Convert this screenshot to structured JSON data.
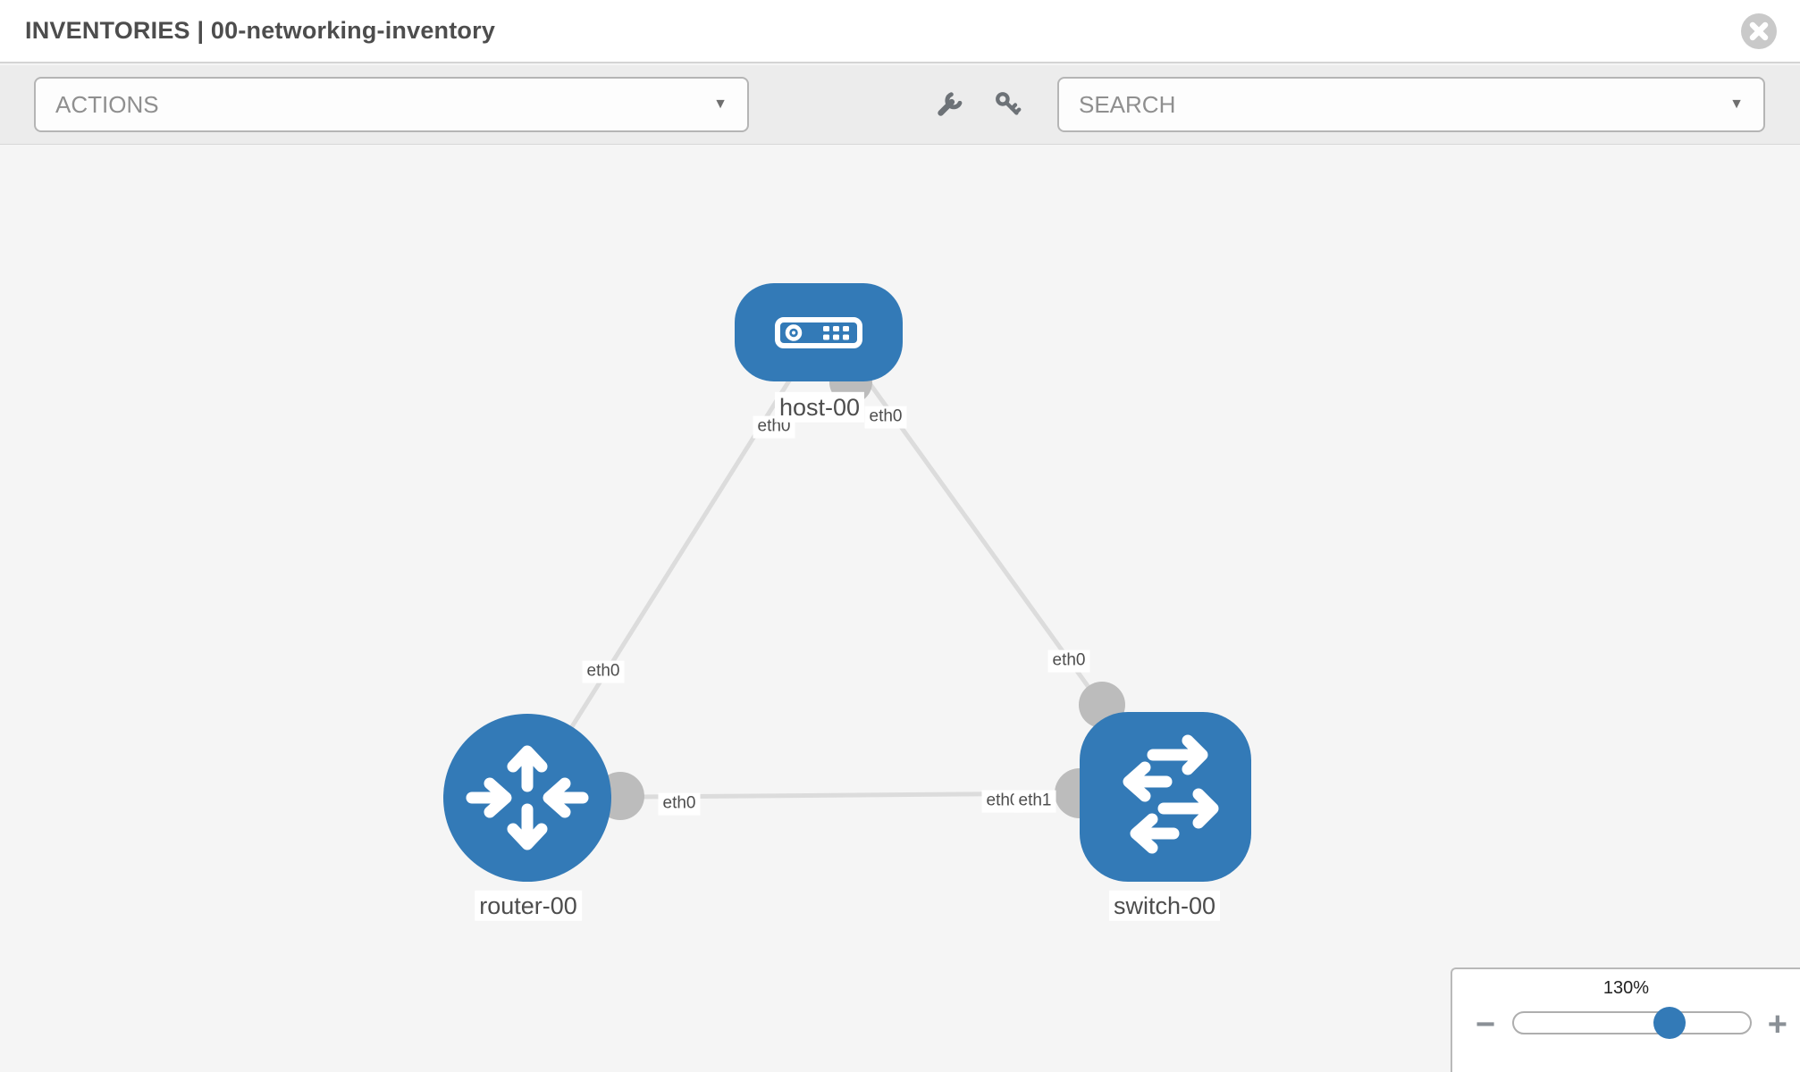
{
  "header": {
    "title": "INVENTORIES | 00-networking-inventory"
  },
  "toolbar": {
    "actions_label": "ACTIONS",
    "search_label": "SEARCH",
    "icons": [
      "wrench",
      "key"
    ]
  },
  "topology": {
    "nodes": [
      {
        "label": "host-00",
        "type": "host",
        "icon": "host-device-icon"
      },
      {
        "label": "router-00",
        "type": "router",
        "icon": "router-arrows-icon"
      },
      {
        "label": "switch-00",
        "type": "switch",
        "icon": "switch-arrows-icon"
      }
    ],
    "links": [
      {
        "source": "router-00",
        "target": "host-00",
        "source_interface": "eth0",
        "target_interface": "eth0"
      },
      {
        "source": "host-00",
        "target": "switch-00",
        "source_interface": "eth0",
        "target_interface": "eth0"
      },
      {
        "source": "router-00",
        "target": "switch-00",
        "source_interface": "eth0",
        "target_interface": "eth1"
      }
    ],
    "interface_labels": [
      "eth0",
      "eth0",
      "eth0",
      "eth0",
      "eth0",
      "eth0",
      "eth1"
    ]
  },
  "zoom_control": {
    "level": "130%",
    "minus_label": "−",
    "plus_label": "+"
  },
  "colors": {
    "node_blue": "#337ab7",
    "link_gray": "#dcdcdc",
    "connector_gray": "#bcbcbc"
  }
}
